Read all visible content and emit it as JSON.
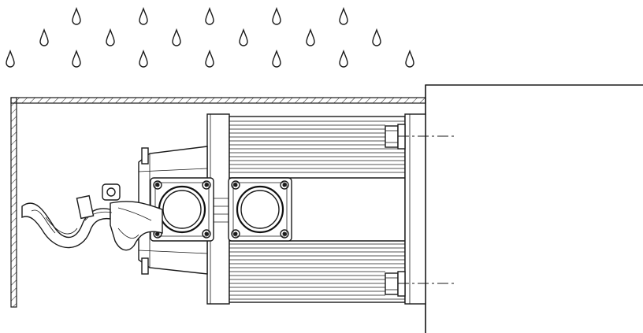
{
  "diagram": {
    "kind": "servo-motor-installation-drawing",
    "labels": [],
    "colors": {
      "line": "#1a1a1a",
      "background": "#ffffff"
    },
    "elements": {
      "water_drops": {
        "icon": "water-drop-icon",
        "count": 18
      },
      "enclosure": {
        "icon": "hatched-wall"
      },
      "mounting_plate": {
        "icon": "flange-plate"
      },
      "motor_body": {
        "icon": "finned-motor"
      },
      "connectors": {
        "icon": "square-connector",
        "count": 2
      },
      "cable": {
        "icon": "drip-loop-cable"
      }
    }
  }
}
